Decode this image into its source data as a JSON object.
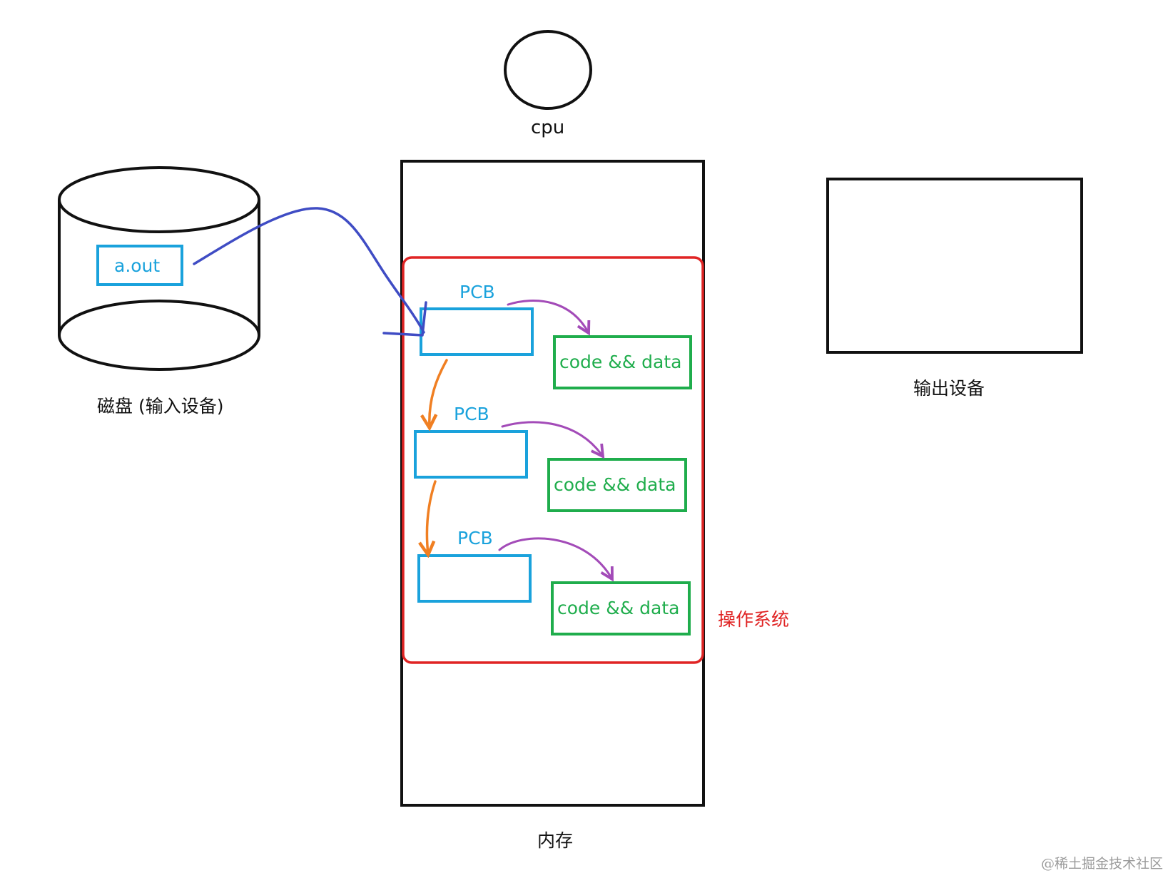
{
  "cpu": {
    "label": "cpu"
  },
  "disk": {
    "label": "磁盘 (输入设备)",
    "file_label": "a.out"
  },
  "memory": {
    "label": "内存"
  },
  "output_device": {
    "label": "输出设备"
  },
  "os": {
    "label": "操作系统"
  },
  "processes": [
    {
      "pcb_label": "PCB",
      "code_label": "code && data"
    },
    {
      "pcb_label": "PCB",
      "code_label": "code && data"
    },
    {
      "pcb_label": "PCB",
      "code_label": "code && data"
    }
  ],
  "colors": {
    "outline": "#111111",
    "pcb": "#1aa2dc",
    "code_data": "#1fad4c",
    "os_border": "#e02424",
    "load_arrow": "#3f4cc4",
    "pcb_link_arrow": "#f07f22",
    "pcb_to_code_arrow": "#a34bb8"
  },
  "watermark": "@稀土掘金技术社区"
}
